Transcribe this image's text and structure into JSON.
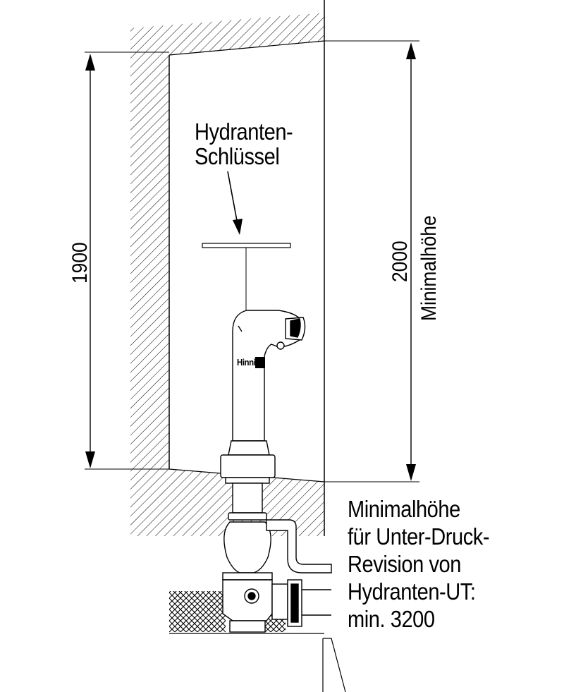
{
  "labels": {
    "key_line1": "Hydranten-",
    "key_line2": "Schlüssel",
    "dim_left": "1900",
    "dim_right": "2000",
    "dim_right_caption": "Minimalhöhe",
    "note_line1": "Minimalhöhe",
    "note_line2": "für Unter-Druck-",
    "note_line3": "Revision von",
    "note_line4": "Hydranten-UT:",
    "note_line5": "min. 3200",
    "brand": "Hinni"
  },
  "colors": {
    "ink": "#000000",
    "background": "#ffffff",
    "hatch": "#000000"
  }
}
